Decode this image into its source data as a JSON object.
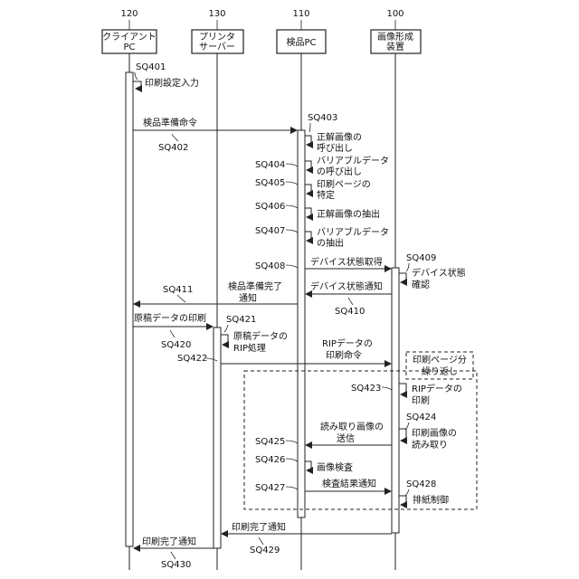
{
  "participants": [
    {
      "number": "120",
      "lines": [
        "クライアント",
        "PC"
      ]
    },
    {
      "number": "130",
      "lines": [
        "プリンタ",
        "サーバー"
      ]
    },
    {
      "number": "110",
      "lines": [
        "検品PC"
      ]
    },
    {
      "number": "100",
      "lines": [
        "画像形成",
        "装置"
      ]
    }
  ],
  "steps": {
    "sq401": {
      "code": "SQ401",
      "lines": [
        "印刷設定入力"
      ]
    },
    "sq402": {
      "code": "SQ402",
      "lines": [
        "検品準備命令"
      ]
    },
    "sq403": {
      "code": "SQ403",
      "lines": [
        "正解画像の",
        "呼び出し"
      ]
    },
    "sq404": {
      "code": "SQ404",
      "lines": [
        "バリアブルデータ",
        "の呼び出し"
      ]
    },
    "sq405": {
      "code": "SQ405",
      "lines": [
        "印刷ページの",
        "特定"
      ]
    },
    "sq406": {
      "code": "SQ406",
      "lines": [
        "正解画像の抽出"
      ]
    },
    "sq407": {
      "code": "SQ407",
      "lines": [
        "バリアブルデータ",
        "の抽出"
      ]
    },
    "sq408": {
      "code": "SQ408",
      "lines": [
        "デバイス状態取得"
      ]
    },
    "sq409": {
      "code": "SQ409",
      "lines": [
        "デバイス状態",
        "確認"
      ]
    },
    "sq410": {
      "code": "SQ410",
      "lines": [
        "デバイス状態通知"
      ]
    },
    "sq411": {
      "code": "SQ411",
      "lines": [
        "検品準備完了",
        "通知"
      ]
    },
    "sq420": {
      "code": "SQ420",
      "lines": [
        "原稿データの印刷"
      ]
    },
    "sq421": {
      "code": "SQ421",
      "lines": [
        "原稿データの",
        "RIP処理"
      ]
    },
    "sq422": {
      "code": "SQ422",
      "lines": [
        "RIPデータの",
        "印刷命令"
      ]
    },
    "loop": {
      "lines": [
        "印刷ページ分",
        "繰り返し"
      ]
    },
    "sq423": {
      "code": "SQ423",
      "lines": [
        "RIPデータの",
        "印刷"
      ]
    },
    "sq424": {
      "code": "SQ424",
      "lines": [
        "印刷画像の",
        "読み取り"
      ]
    },
    "sq425": {
      "code": "SQ425",
      "lines": [
        "読み取り画像の",
        "送信"
      ]
    },
    "sq426": {
      "code": "SQ426",
      "lines": [
        "画像検査"
      ]
    },
    "sq427": {
      "code": "SQ427",
      "lines": [
        "検査結果通知"
      ]
    },
    "sq428": {
      "code": "SQ428",
      "lines": [
        "排紙制御"
      ]
    },
    "sq429": {
      "code": "SQ429",
      "lines": [
        "印刷完了通知"
      ]
    },
    "sq430": {
      "code": "SQ430",
      "lines": [
        "印刷完了通知"
      ]
    }
  }
}
